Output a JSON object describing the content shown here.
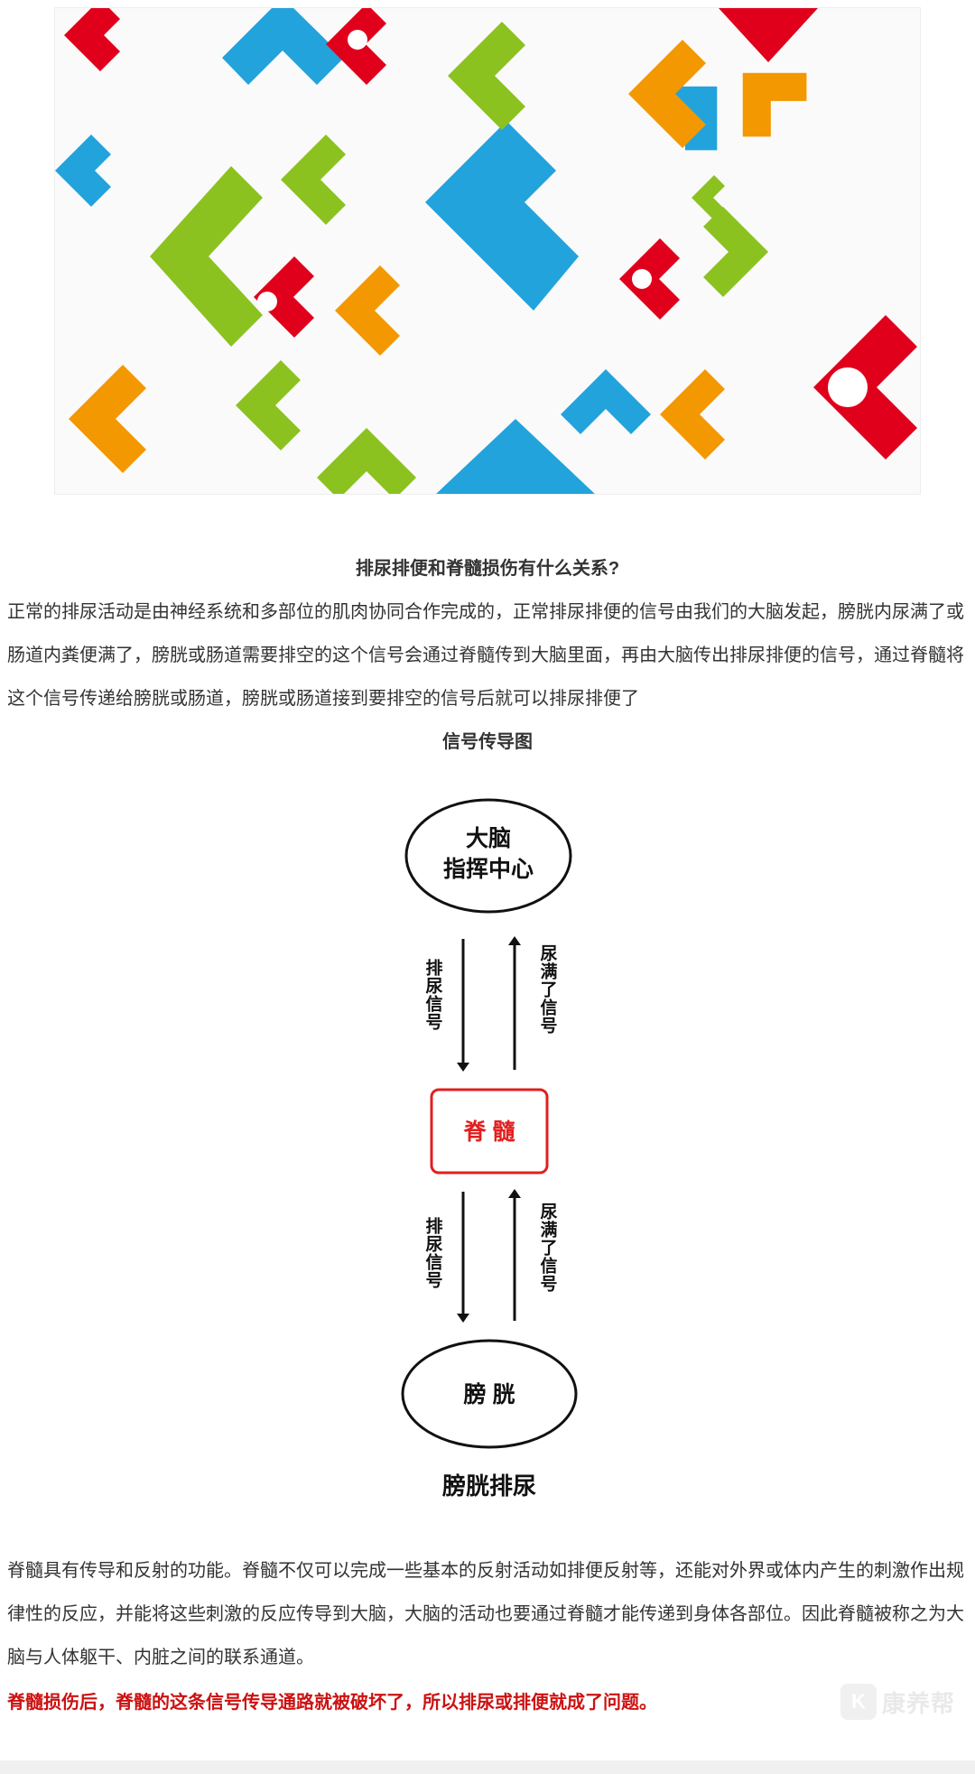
{
  "article": {
    "title": "排尿排便和脊髓损伤有什么关系?",
    "paragraph_1": "正常的排尿活动是由神经系统和多部位的肌肉协同合作完成的，正常排尿排便的信号由我们的大脑发起，膀胱内尿满了或肠道内粪便满了，膀胱或肠道需要排空的这个信号会通过脊髓传到大脑里面，再由大脑传出排尿排便的信号，通过脊髓将这个信号传递给膀胱或肠道，膀胱或肠道接到要排空的信号后就可以排尿排便了",
    "diagram_title": "信号传导图",
    "paragraph_2": "脊髓具有传导和反射的功能。脊髓不仅可以完成一些基本的反射活动如排便反射等，还能对外界或体内产生的刺激作出规律性的反应，并能将这些刺激的反应传导到大脑，大脑的活动也要通过脊髓才能传递到身体各部位。因此脊髓被称之为大脑与人体躯干、内脏之间的联系通道。",
    "paragraph_3": "脊髓损伤后，脊髓的这条信号传导通路就被破坏了，所以排尿或排便就成了问题。"
  },
  "diagram": {
    "brain_line1": "大脑",
    "brain_line2": "指挥中心",
    "down_label_upper": "排尿信号",
    "up_label_upper": "尿满了信号",
    "spinal_cord": "脊 髓",
    "down_label_lower": "排尿信号",
    "up_label_lower": "尿满了信号",
    "bladder": "膀 胱",
    "caption": "膀胱排尿"
  },
  "watermark": {
    "logo_glyph": "K",
    "text": "康养帮"
  },
  "colors": {
    "text": "#333333",
    "highlight_red": "#cc1111",
    "spinal_border": "#e02020",
    "hero_red": "#e0001b",
    "hero_blue": "#22a3dc",
    "hero_green": "#8bc220",
    "hero_orange": "#f39800"
  }
}
